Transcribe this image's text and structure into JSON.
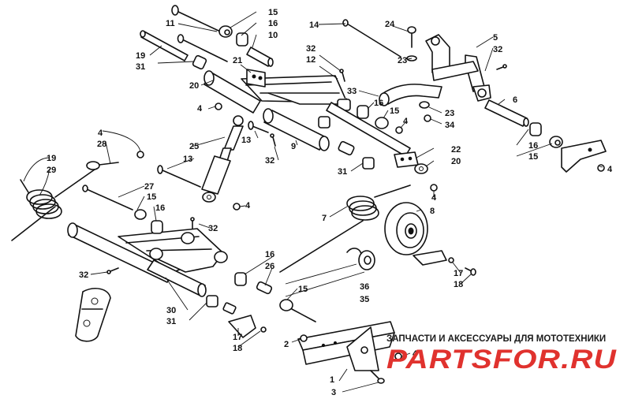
{
  "watermark": {
    "tagline": "ЗАПЧАСТИ И АКСЕССУАРЫ ДЛЯ МОТОТЕХНИКИ",
    "brand": "PARTSFOR.RU",
    "brand_color": "#e0322e"
  },
  "callouts": [
    "1",
    "2",
    "3",
    "4",
    "4",
    "4",
    "4",
    "4",
    "4",
    "4",
    "5",
    "6",
    "7",
    "8",
    "9",
    "10",
    "11",
    "12",
    "13",
    "13",
    "14",
    "15",
    "15",
    "15",
    "15",
    "15",
    "16",
    "16",
    "16",
    "16",
    "16",
    "17",
    "17",
    "18",
    "18",
    "19",
    "19",
    "20",
    "20",
    "21",
    "22",
    "23",
    "23",
    "24",
    "25",
    "26",
    "27",
    "28",
    "29",
    "30",
    "31",
    "31",
    "31",
    "32",
    "32",
    "32",
    "32",
    "32",
    "33",
    "34",
    "35",
    "36"
  ]
}
